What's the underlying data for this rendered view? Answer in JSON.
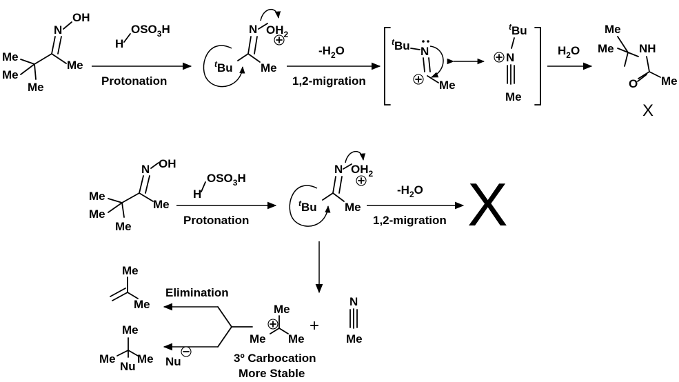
{
  "atoms": {
    "N": "N",
    "OH": "OH",
    "Me": "Me",
    "O": "O",
    "NH": "NH",
    "OH2_main": "OH",
    "sub2": "2",
    "tBu_sup": "t",
    "tBu_main": "Bu",
    "mono_prefix": "Me"
  },
  "reagent": {
    "H": "H",
    "OSO3H_a": "OSO",
    "OSO3H_sub": "3",
    "OSO3H_b": "H"
  },
  "arrows": {
    "protonation": "Protonation",
    "minus_water_a": "-H",
    "minus_water_sub": "2",
    "minus_water_b": "O",
    "migration": "1,2-migration",
    "water_a": "H",
    "water_sub": "2",
    "water_b": "O",
    "elimination": "Elimination"
  },
  "labels": {
    "product_x": "X",
    "carbocation_line1": "3º Carbocation",
    "carbocation_line2": "More Stable",
    "plus": "+",
    "nu": "Nu"
  },
  "colors": {
    "ink": "#000000",
    "background": "#ffffff"
  }
}
